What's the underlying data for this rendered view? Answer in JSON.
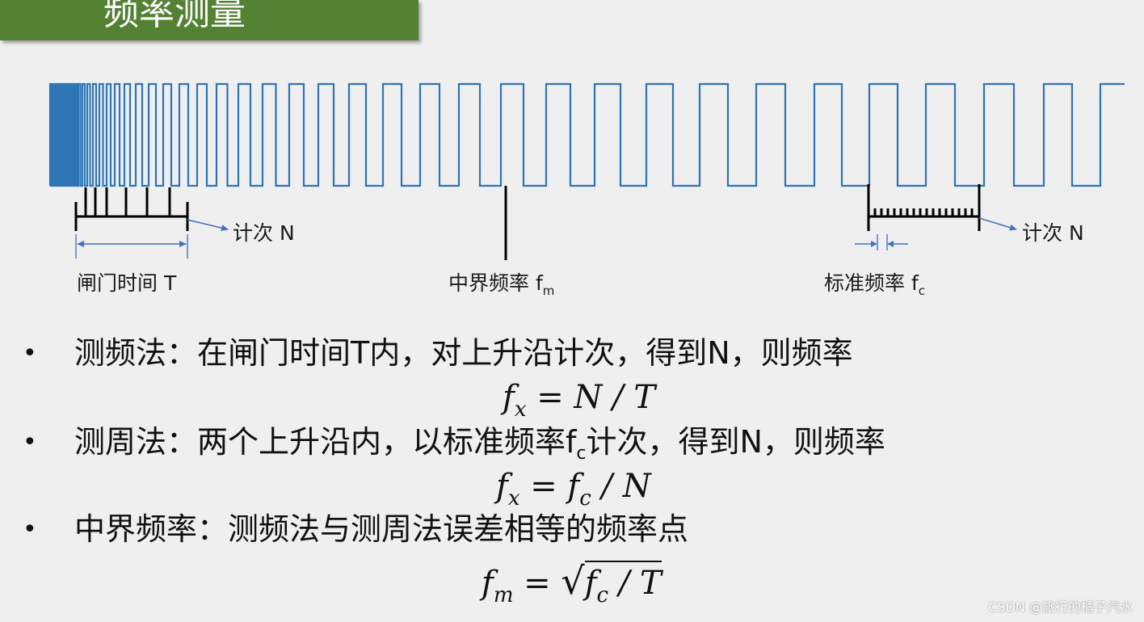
{
  "title": "频率测量",
  "labels": {
    "count_left": "计次 N",
    "gate_time": "闸门时间 T",
    "mid_freq": "中界频率 f",
    "mid_freq_sub": "m",
    "count_right": "计次 N",
    "std_freq": "标准频率 f",
    "std_freq_sub": "c"
  },
  "bullets": [
    {
      "text": "测频法：在闸门时间T内，对上升沿计次，得到N，则频率"
    },
    {
      "text_a": "测周法：两个上升沿内，以标准频率f",
      "sub": "c",
      "text_b": "计次，得到N，则频率"
    },
    {
      "text": "中界频率：测频法与测周法误差相等的频率点"
    }
  ],
  "bullet_symbol": "•",
  "formulas": {
    "f1_a": "f",
    "f1_sub": "x",
    "f1_b": " = N / T",
    "f2_a": "f",
    "f2_sub": "x",
    "f2_b": " = f",
    "f2_sub2": "c",
    "f2_c": " / N",
    "f3_a": "f",
    "f3_sub": "m",
    "f3_b": " = ",
    "f3_root": "√",
    "f3_c": "f",
    "f3_sub2": "c",
    "f3_d": " / T"
  },
  "watermark": "CSDN @旅行的橘子汽水",
  "colors": {
    "title_bg": "#548235",
    "wave": "#2e75b6",
    "arrow": "#4472c4",
    "background": "#efefef"
  }
}
